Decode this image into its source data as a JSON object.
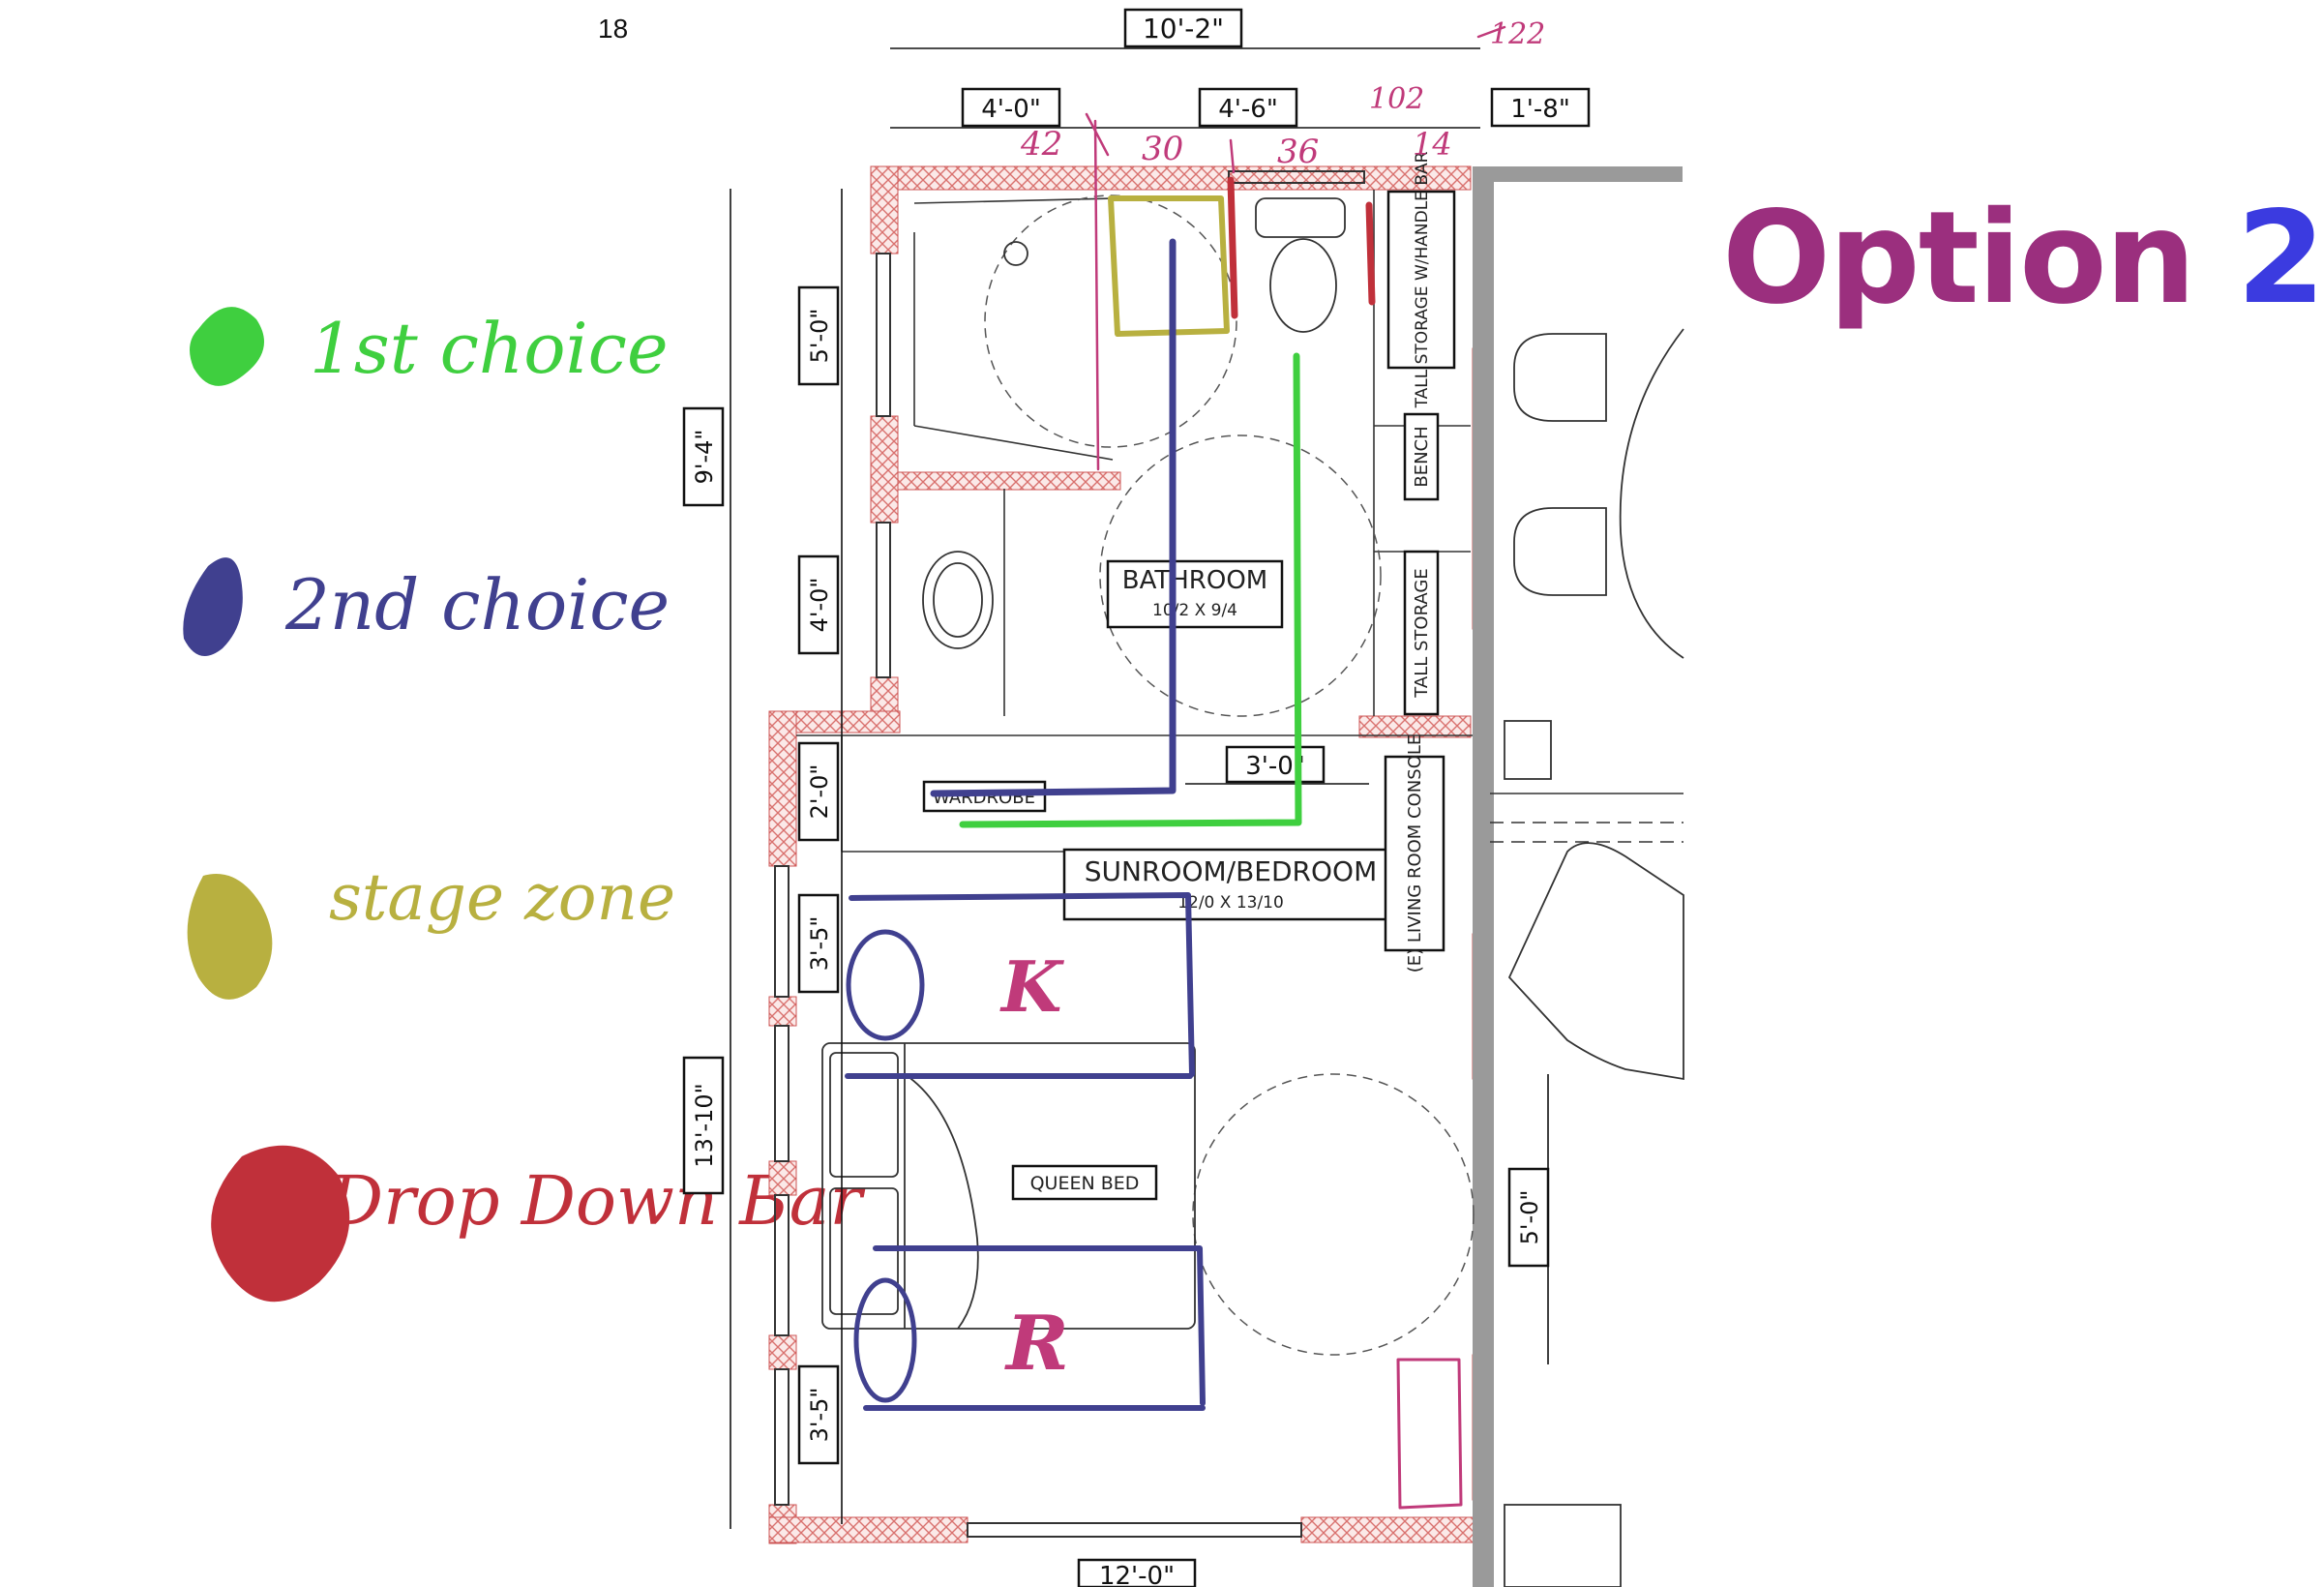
{
  "page_number": "18",
  "title": {
    "text": "Option",
    "number": "2",
    "text_color": "#9b2f7e",
    "number_color": "#3b3be0"
  },
  "legend": [
    {
      "label": "1st choice",
      "color": "#3fcf3f"
    },
    {
      "label": "2nd choice",
      "color": "#40408f"
    },
    {
      "label": "stage zone",
      "color": "#b8b040"
    },
    {
      "label": "Drop Down Bar",
      "color": "#c0303a"
    }
  ],
  "rooms": {
    "bathroom": {
      "name": "BATHROOM",
      "size": "10/2 X 9/4"
    },
    "sunroom": {
      "name": "SUNROOM/BEDROOM",
      "size": "12/0 X 13/10"
    }
  },
  "labels": {
    "tall_storage_bar": "TALL STORAGE W/HANDLE BAR",
    "bench": "BENCH",
    "tall_storage": "TALL STORAGE",
    "wardrobe": "WARDROBE",
    "living_room_console": "(E) LIVING ROOM CONSOLE",
    "queen_bed": "QUEEN BED"
  },
  "dimensions": {
    "top_total": "10'-2\"",
    "top_a": "4'-0\"",
    "top_b": "4'-6\"",
    "top_c": "1'-8\"",
    "left_bath_total": "9'-4\"",
    "left_shower": "5'-0\"",
    "left_sink": "4'-0\"",
    "left_wardrobe": "2'-0\"",
    "left_win_top": "3'-5\"",
    "left_bedroom_total": "13'-10\"",
    "left_win_bottom": "3'-5\"",
    "wardrobe_depth": "3'-0\"",
    "right_opening": "5'-0\"",
    "bottom_total": "12'-0\""
  },
  "handwritten_measures": [
    "42",
    "30",
    "36",
    "102",
    "14",
    "122"
  ],
  "bed_markers": [
    "K",
    "R"
  ],
  "colors": {
    "wall_hatch": "#d9716e",
    "pink_ink": "#c03a7a",
    "green_ink": "#3fcf3f",
    "navy_ink": "#40408f",
    "olive_ink": "#b8b040",
    "red_ink": "#c0303a"
  }
}
